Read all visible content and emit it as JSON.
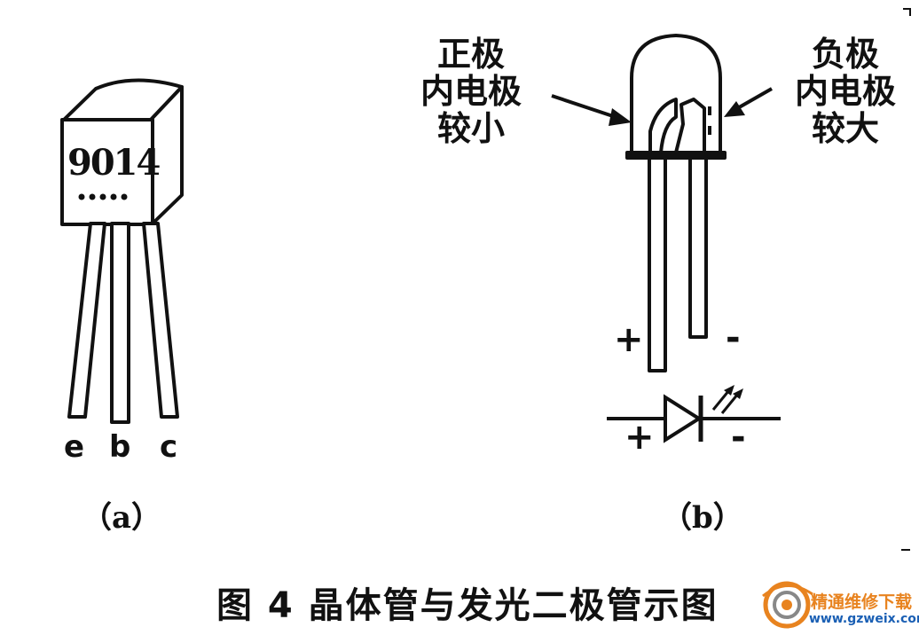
{
  "transistor": {
    "marking": "9014",
    "pins": [
      "e",
      "b",
      "c"
    ],
    "caption": "（a）"
  },
  "led": {
    "left_label": [
      "正极",
      "内电极",
      "较小"
    ],
    "right_label": [
      "负极",
      "内电极",
      "较大"
    ],
    "lead_plus": "+",
    "lead_minus": "-",
    "symbol_plus": "+",
    "symbol_minus": "-",
    "caption": "（b）"
  },
  "figure_title": "图 4  晶体管与发光二极管示图",
  "watermark": {
    "name": "精通维修下载",
    "url": "www.gzweix.com"
  },
  "colors": {
    "ink": "#111111",
    "watermark_orange": "#e8831f",
    "watermark_blue": "#1a5fb4"
  }
}
